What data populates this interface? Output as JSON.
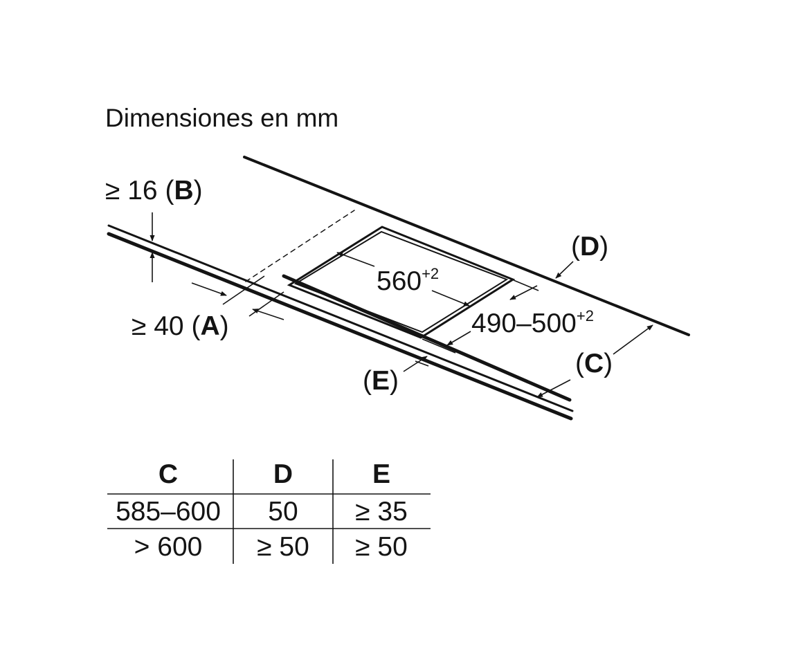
{
  "title": "Dimensiones en mm",
  "dimensions": {
    "B": {
      "prefix": "≥ 16 (",
      "letter": "B",
      "suffix": ")"
    },
    "A": {
      "prefix": "≥ 40 (",
      "letter": "A",
      "suffix": ")"
    },
    "width": {
      "base": "560",
      "tol": "+2"
    },
    "depth": {
      "base": "490–500",
      "tol": "+2"
    },
    "D": {
      "prefix": "(",
      "letter": "D",
      "suffix": ")"
    },
    "C": {
      "prefix": "(",
      "letter": "C",
      "suffix": ")"
    },
    "E": {
      "prefix": "(",
      "letter": "E",
      "suffix": ")"
    }
  },
  "table": {
    "headers": [
      "C",
      "D",
      "E"
    ],
    "rows": [
      [
        "585–600",
        "50",
        "≥ 35"
      ],
      [
        "> 600",
        "≥ 50",
        "≥ 50"
      ]
    ]
  },
  "colors": {
    "ink": "#141414",
    "background": "#ffffff"
  }
}
